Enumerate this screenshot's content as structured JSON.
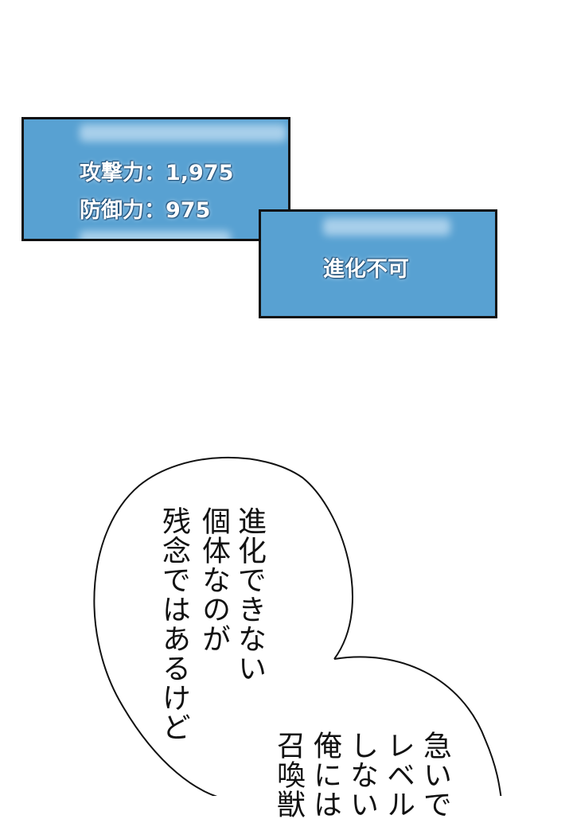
{
  "panels": {
    "stats": {
      "attack": "攻撃力：1,975",
      "defense": "防御力：975"
    },
    "trait": {
      "label": "進化不可"
    }
  },
  "bubble1": {
    "lines": [
      "進化できない",
      "個体なのが",
      "残念ではあるけど"
    ]
  },
  "bubble2": {
    "lines": [
      "急いで",
      "レベル",
      "しない",
      "俺には",
      "召喚獣"
    ]
  },
  "colors": {
    "panel": "#58a1d2",
    "border": "#111111"
  }
}
